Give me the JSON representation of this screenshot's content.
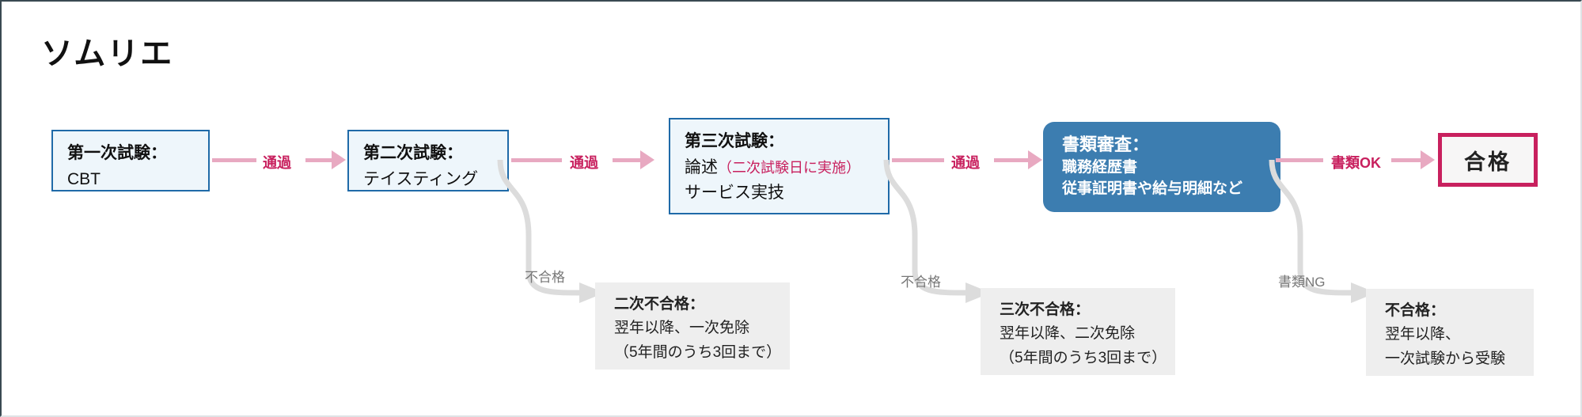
{
  "diagram": {
    "title": "ソムリエ",
    "accent_pink": "#c8205e",
    "accent_blue": "#1f6aa8",
    "dark_box_color": "#3c7db0",
    "connector_pink": "#e8a9c1",
    "connector_gray": "#dcdcdc",
    "fail_box_bg": "#eeeeee"
  },
  "stages": [
    {
      "id": "stage-1",
      "heading": "第一次試験：",
      "lines": [
        "CBT"
      ]
    },
    {
      "id": "stage-2",
      "heading": "第二次試験：",
      "lines": [
        "テイスティング"
      ]
    },
    {
      "id": "stage-3",
      "heading": "第三次試験：",
      "line_main": "論述",
      "line_note": "（二次試験日に実施）",
      "line_last": "サービス実技"
    },
    {
      "id": "stage-4",
      "heading": "書類審査：",
      "lines": [
        "職務経歴書",
        "従事証明書や給与明細など"
      ]
    }
  ],
  "result": {
    "label": "合格"
  },
  "pass_labels": [
    {
      "id": "pass-1",
      "text": "通過"
    },
    {
      "id": "pass-2",
      "text": "通過"
    },
    {
      "id": "pass-3",
      "text": "通過"
    },
    {
      "id": "pass-4",
      "text": "書類OK"
    }
  ],
  "fail_labels": [
    {
      "id": "fail-label-1",
      "text": "不合格"
    },
    {
      "id": "fail-label-2",
      "text": "不合格"
    },
    {
      "id": "fail-label-3",
      "text": "書類NG"
    }
  ],
  "fail_boxes": [
    {
      "id": "fail-box-1",
      "heading": "二次不合格：",
      "lines": [
        "翌年以降、一次免除",
        "（5年間のうち3回まで）"
      ]
    },
    {
      "id": "fail-box-2",
      "heading": "三次不合格：",
      "lines": [
        "翌年以降、二次免除",
        "（5年間のうち3回まで）"
      ]
    },
    {
      "id": "fail-box-3",
      "heading": "不合格：",
      "lines": [
        "翌年以降、",
        "一次試験から受験"
      ]
    }
  ]
}
